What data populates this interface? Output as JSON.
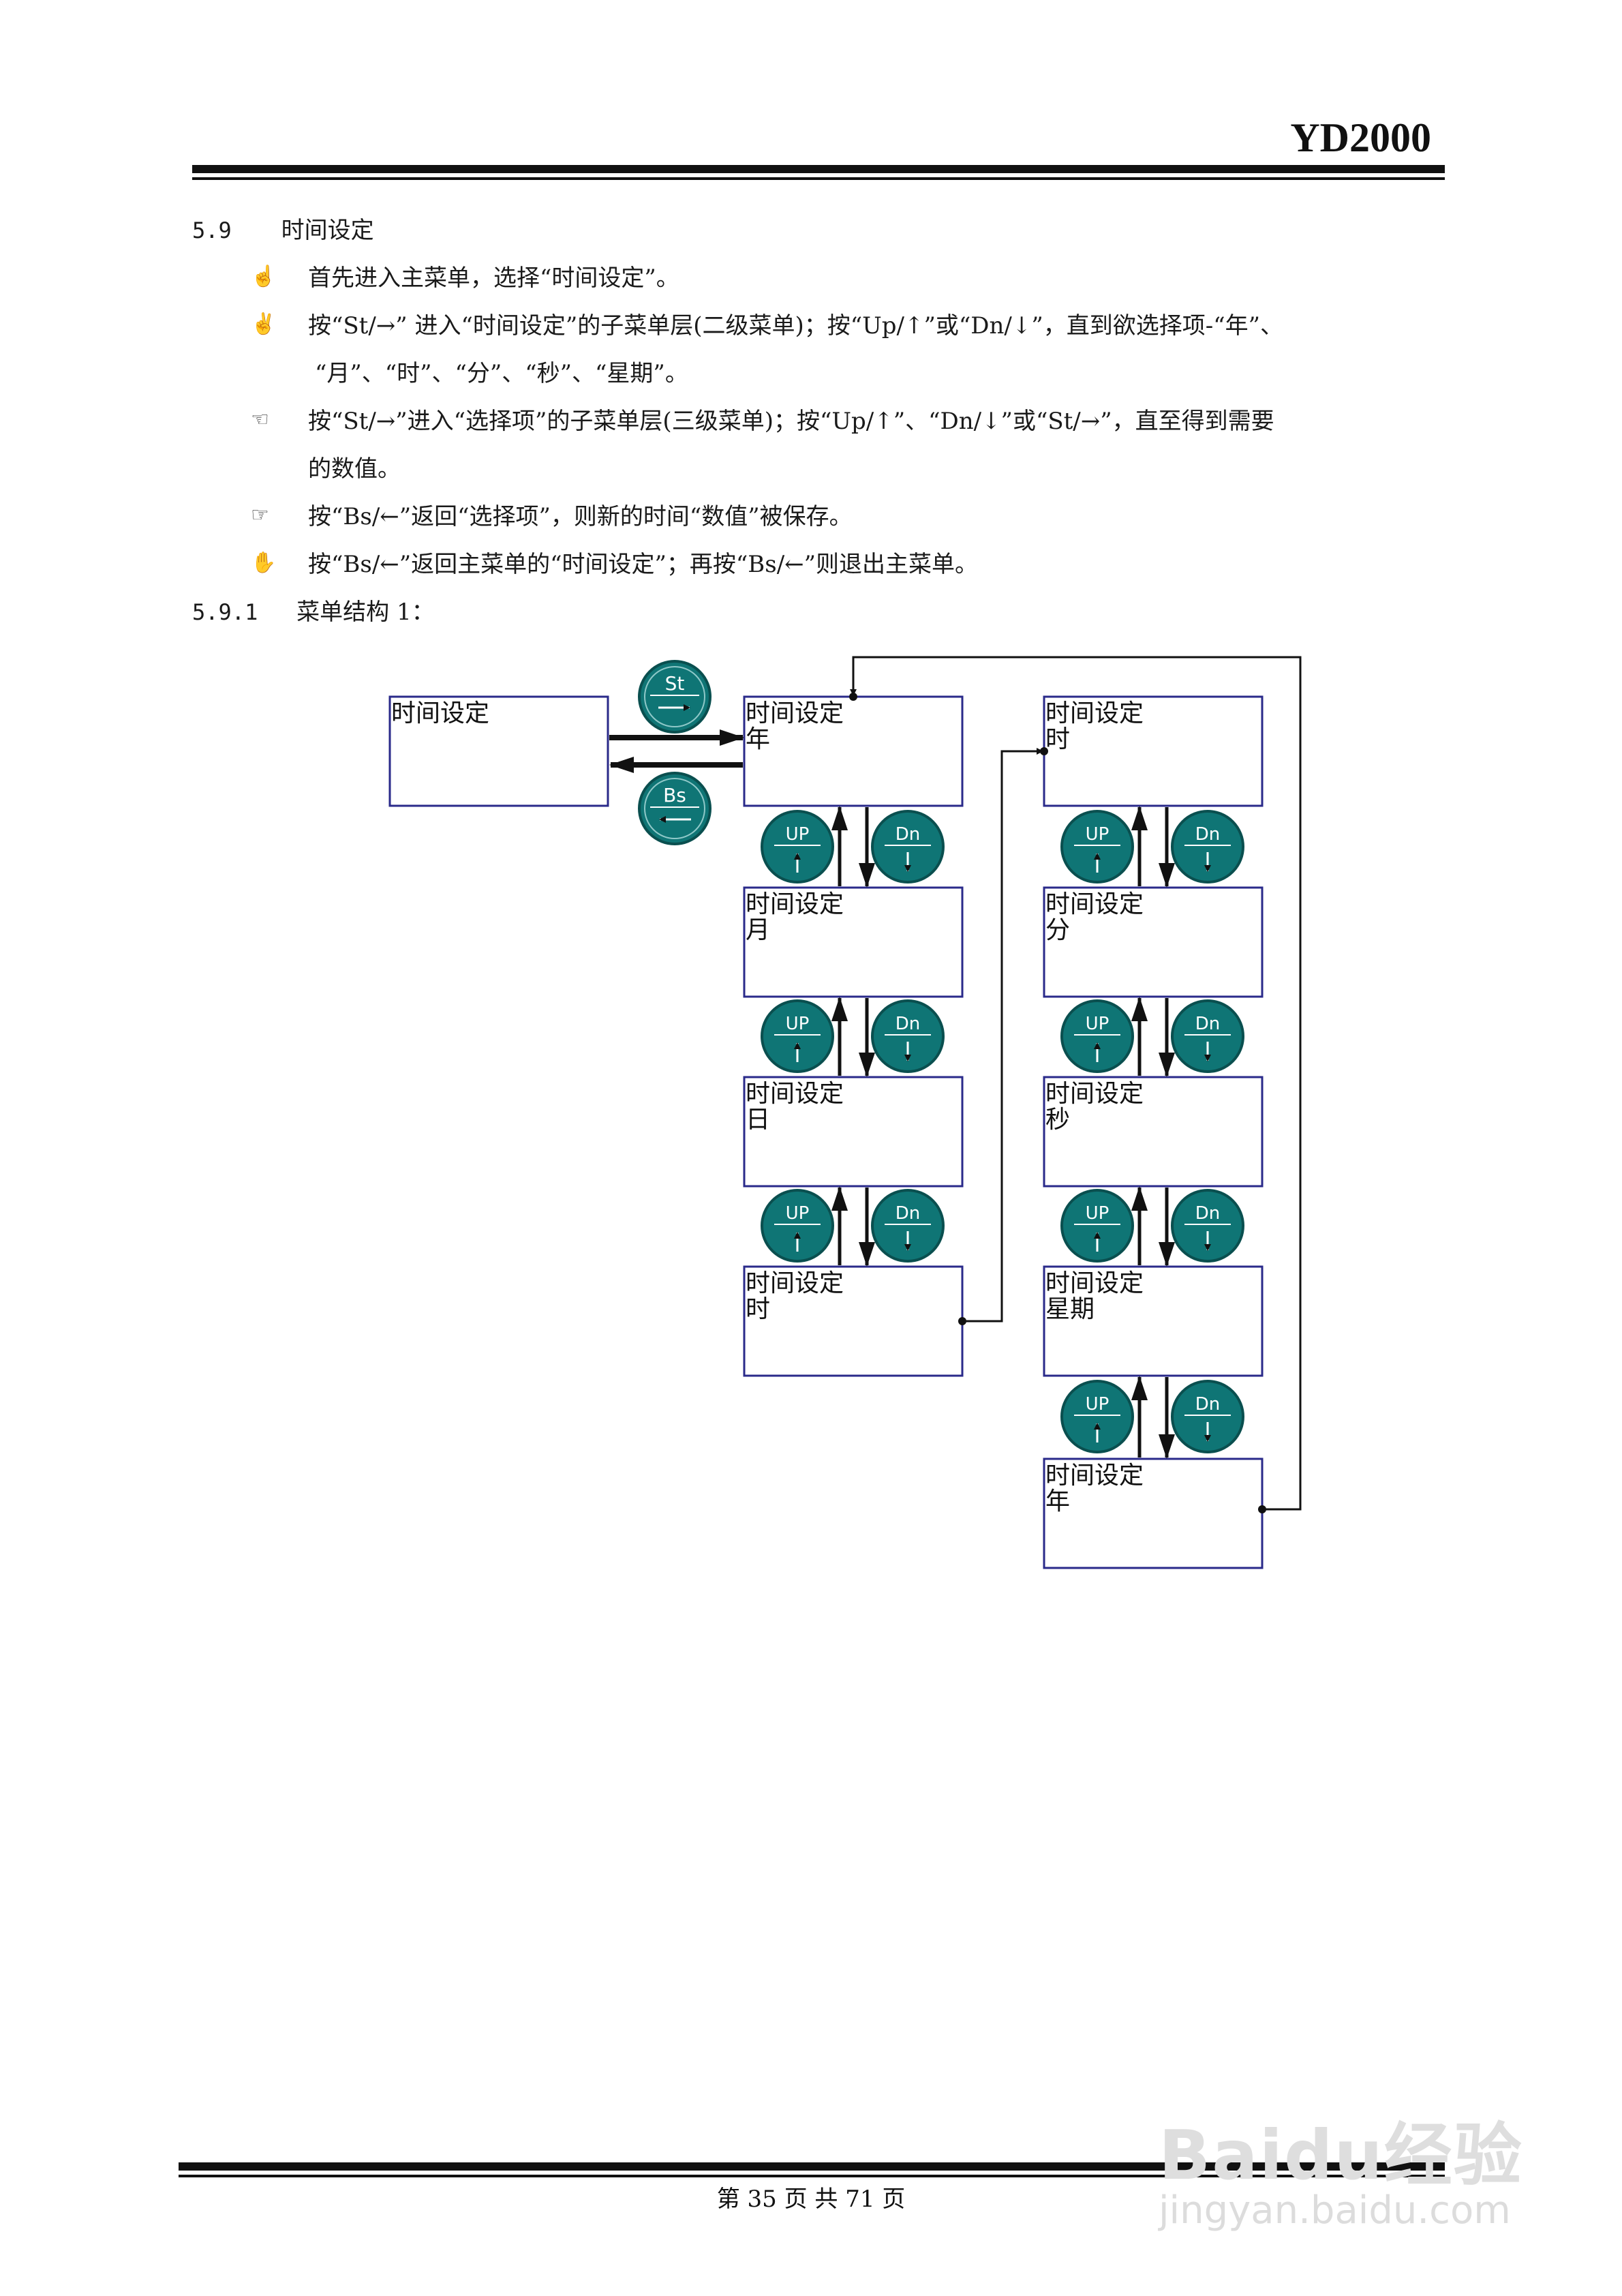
{
  "header": {
    "doc_id": "YD2000"
  },
  "section": {
    "number": "5.9",
    "title": "时间设定",
    "steps": [
      {
        "icon": "hand-one-icon",
        "lines": [
          "首先进入主菜单，选择“时间设定”。"
        ]
      },
      {
        "icon": "hand-two-icon",
        "lines": [
          "按“St/→” 进入“时间设定”的子菜单层(二级菜单)；按“Up/↑”或“Dn/↓”，直到欲选择项-“年”、",
          "“月”、“时”、“分”、“秒”、“星期”。"
        ]
      },
      {
        "icon": "hand-three-icon",
        "lines": [
          "按“St/→”进入“选择项”的子菜单层(三级菜单)；按“Up/↑”、“Dn/↓”或“St/→”，直至得到需要",
          "的数值。"
        ]
      },
      {
        "icon": "hand-four-icon",
        "lines": [
          "按“Bs/←”返回“选择项”，则新的时间“数值”被保存。"
        ]
      },
      {
        "icon": "hand-five-icon",
        "lines": [
          "按“Bs/←”返回主菜单的“时间设定”；再按“Bs/←”则退出主菜单。"
        ]
      }
    ],
    "subsection": {
      "number": "5.9.1",
      "title": "菜单结构 1："
    }
  },
  "diagram": {
    "main_box": {
      "title": "时间设定"
    },
    "buttons": {
      "st": "St",
      "bs": "Bs",
      "up": "UP",
      "dn": "Dn"
    },
    "left_column": [
      {
        "title": "时间设定",
        "item": "年"
      },
      {
        "title": "时间设定",
        "item": "月"
      },
      {
        "title": "时间设定",
        "item": "日"
      },
      {
        "title": "时间设定",
        "item": "时"
      }
    ],
    "right_column": [
      {
        "title": "时间设定",
        "item": "时"
      },
      {
        "title": "时间设定",
        "item": "分"
      },
      {
        "title": "时间设定",
        "item": "秒"
      },
      {
        "title": "时间设定",
        "item": "星期"
      },
      {
        "title": "时间设定",
        "item": "年"
      }
    ],
    "colors": {
      "box_border": "#2a2a8a",
      "button_fill": "#0f7575"
    }
  },
  "footer": {
    "page_text": "第 35 页 共 71 页"
  },
  "watermark": {
    "logo": "Baidu经验",
    "url": "jingyan.baidu.com"
  }
}
